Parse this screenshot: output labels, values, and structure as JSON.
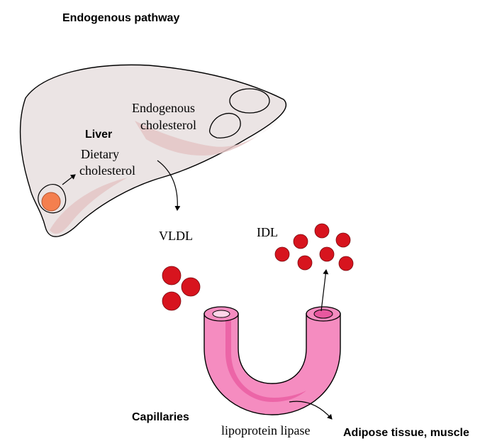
{
  "title": "Endogenous pathway",
  "labels": {
    "liver": "Liver",
    "endogenous_line1": "Endogenous",
    "endogenous_line2": "cholesterol",
    "dietary_line1": "Dietary",
    "dietary_line2": "cholesterol",
    "vldl": "VLDL",
    "idl": "IDL",
    "capillaries": "Capillaries",
    "lipase": "lipoprotein lipase",
    "adipose": "Adipose tissue, muscle"
  },
  "colors": {
    "liver_fill": "#ebe4e4",
    "liver_shade": "#e4c6c6",
    "particle": "#d7141e",
    "capillary": "#f58cc0",
    "capillary_dark": "#e8589f",
    "dietary_dot": "#f47f4f"
  }
}
